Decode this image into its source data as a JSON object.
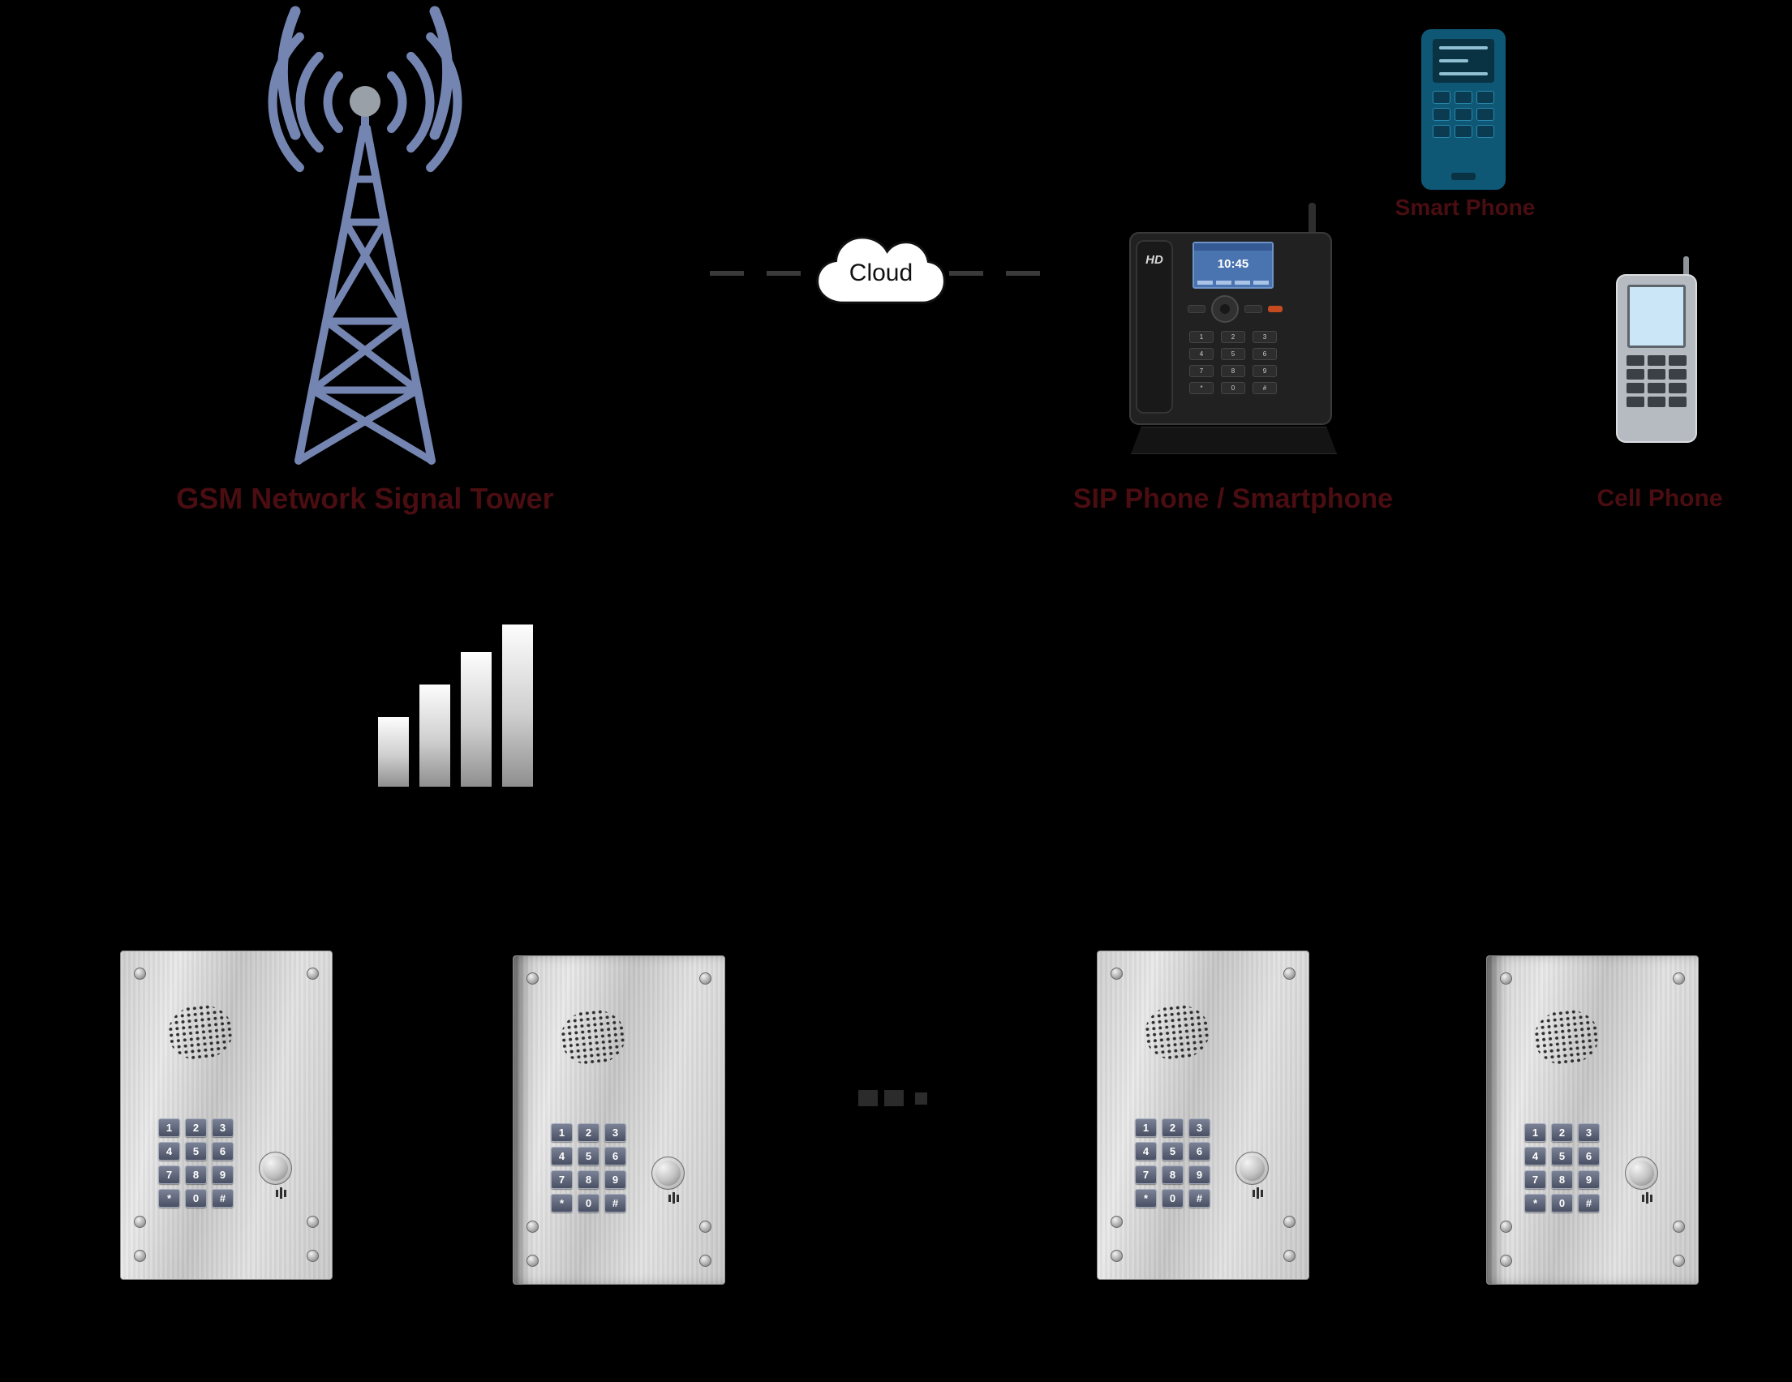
{
  "cloud": {
    "label": "Cloud"
  },
  "tower": {
    "label": "GSM Network Signal Tower"
  },
  "signal_bars": {
    "heights": [
      86,
      126,
      166,
      200
    ]
  },
  "desk_phone": {
    "label": "SIP Phone / Smartphone",
    "brand": "HD",
    "screen_time": "10:45",
    "keys": [
      "1",
      "2",
      "3",
      "4",
      "5",
      "6",
      "7",
      "8",
      "9",
      "*",
      "0",
      "#"
    ]
  },
  "smartphone": {
    "label": "Smart Phone"
  },
  "cell_phone": {
    "label": "Cell Phone"
  },
  "intercom": {
    "keys": [
      "1",
      "2",
      "3",
      "4",
      "5",
      "6",
      "7",
      "8",
      "9",
      "*",
      "0",
      "#"
    ],
    "panel_count_visible": 4
  },
  "colors": {
    "background": "#000000",
    "label_text": "#4a0d11",
    "tower_blue": "#7485b2",
    "smartphone_teal": "#0e5876",
    "phone_screen_blue": "#4a74b0",
    "panel_steel": "#d9d9d9"
  }
}
